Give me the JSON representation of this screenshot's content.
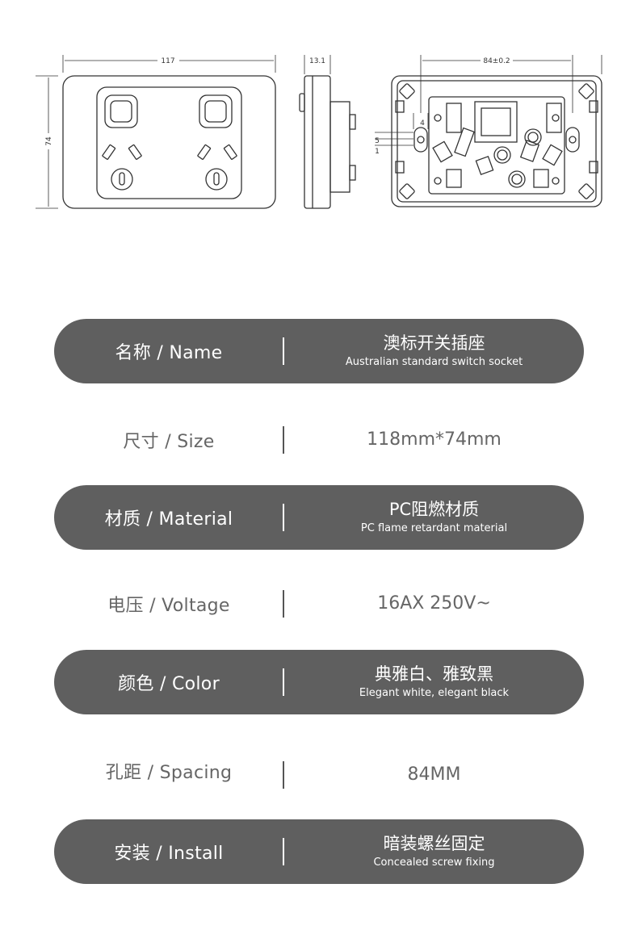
{
  "drawing": {
    "front_width": "117",
    "front_height": "74",
    "side_depth": "13.1",
    "rear_hole_spacing": "84±0.2",
    "rear_dim_4": "4",
    "rear_dim_5": "5",
    "rear_dim_1": "1"
  },
  "specs": [
    {
      "label": "名称 / Name",
      "value": "澳标开关插座",
      "sub": "Australian standard switch socket",
      "style": "dark"
    },
    {
      "label": "尺寸 / Size",
      "value": "118mm*74mm",
      "sub": "",
      "style": "light"
    },
    {
      "label": "材质 / Material",
      "value": "PC阻燃材质",
      "sub": "PC flame retardant material",
      "style": "dark"
    },
    {
      "label": "电压 / Voltage",
      "value": "16AX 250V~",
      "sub": "",
      "style": "light"
    },
    {
      "label": "颜色 / Color",
      "value": "典雅白、雅致黑",
      "sub": "Elegant white, elegant black",
      "style": "dark"
    },
    {
      "label": "孔距 / Spacing",
      "value": "84MM",
      "sub": "",
      "style": "light"
    },
    {
      "label": "安装 / Install",
      "value": "暗装螺丝固定",
      "sub": "Concealed screw fixing",
      "style": "dark"
    }
  ]
}
